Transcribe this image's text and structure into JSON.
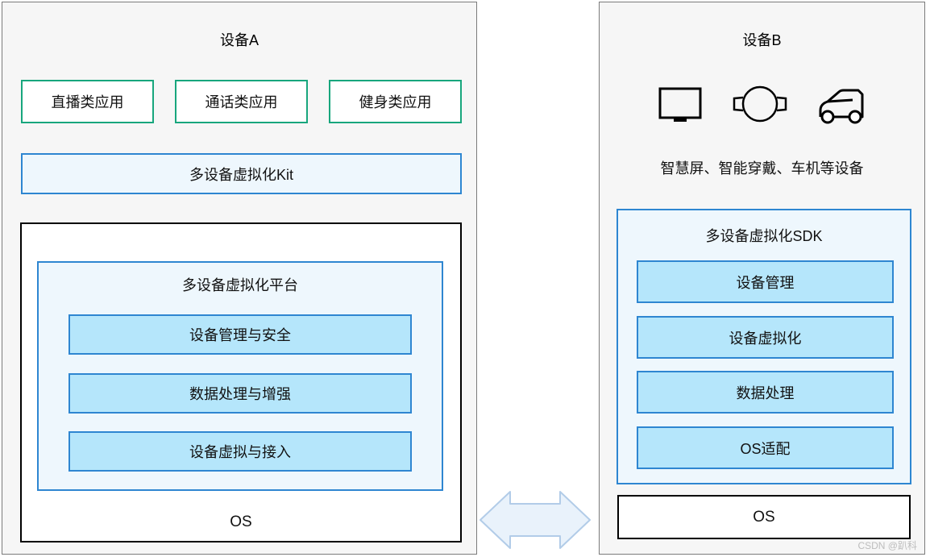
{
  "device_a": {
    "title": "设备A",
    "apps": [
      "直播类应用",
      "通话类应用",
      "健身类应用"
    ],
    "kit_label": "多设备虚拟化Kit",
    "platform": {
      "title": "多设备虚拟化平台",
      "modules": [
        "设备管理与安全",
        "数据处理与增强",
        "设备虚拟与接入"
      ]
    },
    "os_label": "OS"
  },
  "device_b": {
    "title": "设备B",
    "icons": [
      "smart-screen-icon",
      "smart-watch-icon",
      "car-icon"
    ],
    "caption": "智慧屏、智能穿戴、车机等设备",
    "sdk": {
      "title": "多设备虚拟化SDK",
      "modules": [
        "设备管理",
        "设备虚拟化",
        "数据处理",
        "OS适配"
      ]
    },
    "os_label": "OS"
  },
  "watermark": "CSDN @趴科",
  "colors": {
    "panel_bg": "#f6f6f6",
    "panel_border": "#7b7b7b",
    "app_border_green": "#18a67d",
    "blue_border": "#2e86d1",
    "container_fill": "#eef7fd",
    "module_fill": "#b5e6fb",
    "arrow_fill": "#e9f2fb",
    "arrow_stroke": "#b2cce8"
  }
}
